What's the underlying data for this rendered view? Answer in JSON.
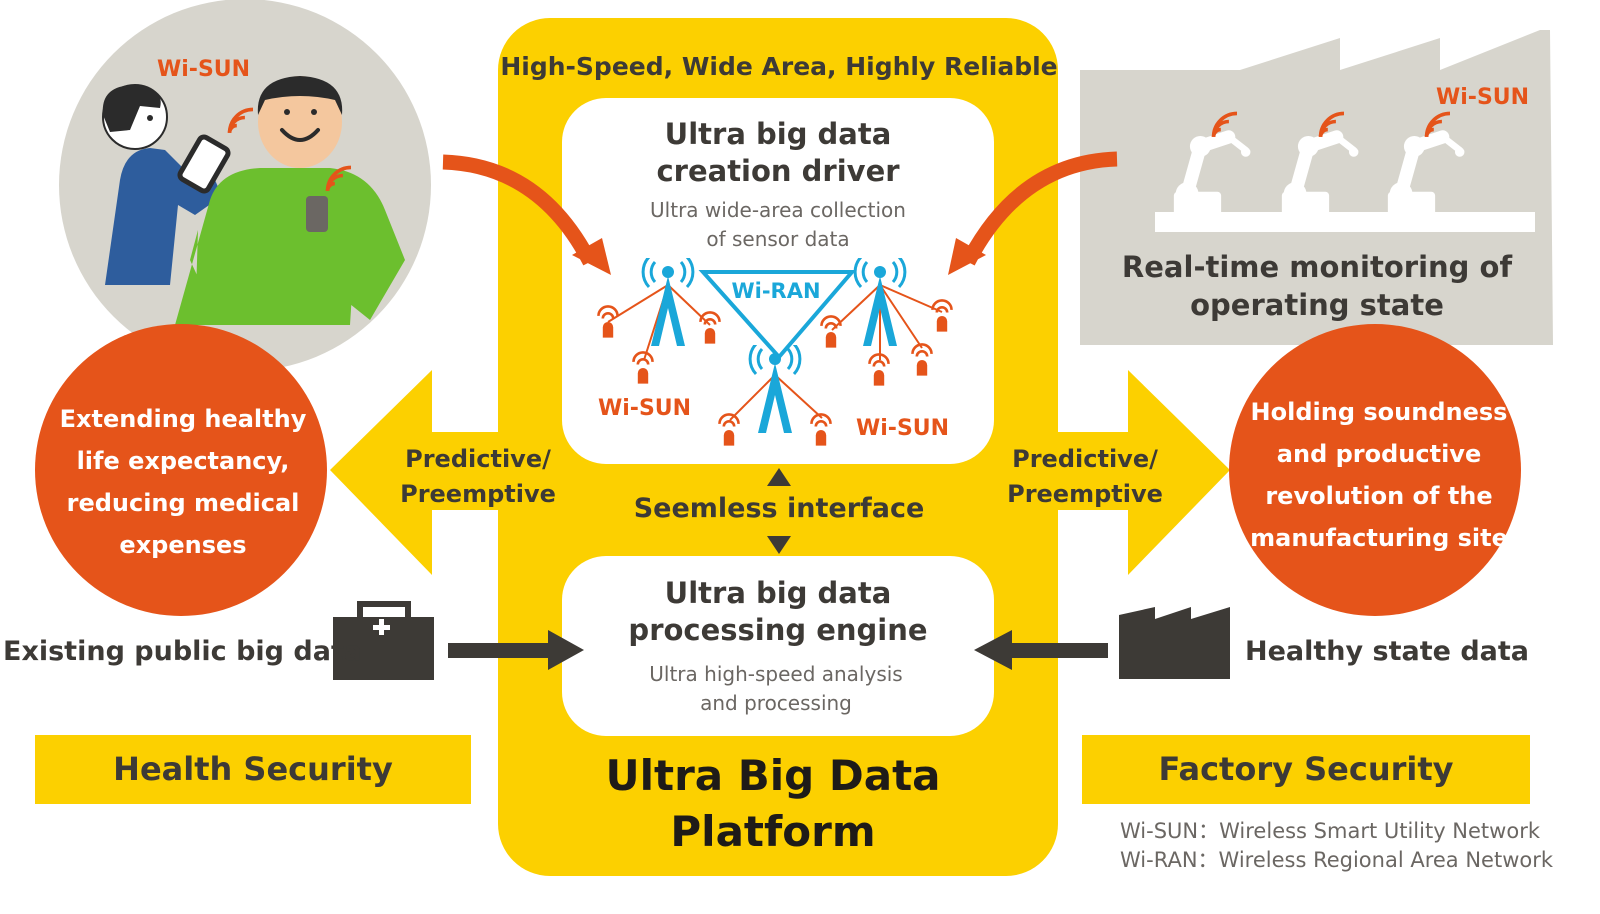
{
  "colors": {
    "yellow": "#fcd000",
    "orange": "#e5541a",
    "blue": "#1aa7d9",
    "gray": "#d7d5cd",
    "dark": "#3d3a36"
  },
  "platform": {
    "header": "High-Speed, Wide Area, Highly Reliable",
    "title_lines": [
      "Ultra Big Data",
      "Platform"
    ]
  },
  "driver": {
    "title_lines": [
      "Ultra big data",
      "creation driver"
    ],
    "subtitle_lines": [
      "Ultra wide-area collection",
      "of sensor data"
    ],
    "wiran_label": "Wi-RAN",
    "wisun_left": "Wi-SUN",
    "wisun_right": "Wi-SUN"
  },
  "interface_label": "Seemless interface",
  "engine": {
    "title_lines": [
      "Ultra big data",
      "processing engine"
    ],
    "subtitle_lines": [
      "Ultra high-speed analysis",
      "and processing"
    ]
  },
  "left": {
    "wisun": "Wi-SUN",
    "predictive_lines": [
      "Predictive/",
      "Preemptive"
    ],
    "circle_lines": [
      "Extending healthy",
      "life expectancy,",
      "reducing medical",
      "expenses"
    ],
    "input_label": "Existing public big data",
    "band": "Health Security",
    "icons": [
      "people-icon",
      "medical-kit-icon"
    ]
  },
  "right": {
    "wisun": "Wi-SUN",
    "monitoring_lines": [
      "Real-time monitoring of",
      "operating state"
    ],
    "predictive_lines": [
      "Predictive/",
      "Preemptive"
    ],
    "circle_lines": [
      "Holding soundness",
      "and productive",
      "revolution of the",
      "manufacturing site"
    ],
    "input_label": "Healthy state data",
    "band": "Factory Security",
    "icons": [
      "factory-robot-icon",
      "factory-icon"
    ]
  },
  "legend": [
    "Wi-SUN：Wireless Smart Utility Network",
    "Wi-RAN：Wireless Regional Area Network"
  ]
}
